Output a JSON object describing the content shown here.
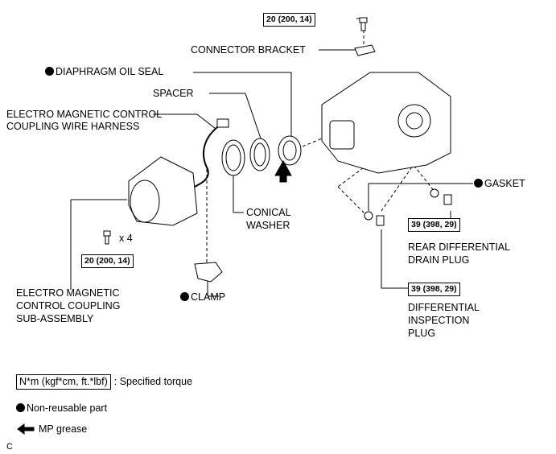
{
  "torques": {
    "connector_bolt": "20 (200, 14)",
    "coupling_bolts": "20 (200, 14)",
    "drain_plug": "39 (398, 29)",
    "inspection_plug": "39 (398, 29)"
  },
  "labels": {
    "connector_bracket": "CONNECTOR BRACKET",
    "diaphragm_oil_seal": "DIAPHRAGM OIL SEAL",
    "spacer": "SPACER",
    "wire_harness_1": "ELECTRO MAGNETIC CONTROL",
    "wire_harness_2": "COUPLING WIRE HARNESS",
    "gasket": "GASKET",
    "conical_washer_1": "CONICAL",
    "conical_washer_2": "WASHER",
    "x4": "x 4",
    "drain_plug_1": "REAR DIFFERENTIAL",
    "drain_plug_2": "DRAIN PLUG",
    "coupling_1": "ELECTRO MAGNETIC",
    "coupling_2": "CONTROL COUPLING",
    "coupling_3": "SUB-ASSEMBLY",
    "clamp": "CLAMP",
    "inspection_plug_1": "DIFFERENTIAL",
    "inspection_plug_2": "INSPECTION",
    "inspection_plug_3": "PLUG"
  },
  "legend": {
    "torque_unit": "N*m (kgf*cm, ft.*lbf)",
    "torque_desc": ": Specified torque",
    "non_reusable": "Non-reusable part",
    "mp_grease": "MP grease"
  },
  "figure_code": "C"
}
